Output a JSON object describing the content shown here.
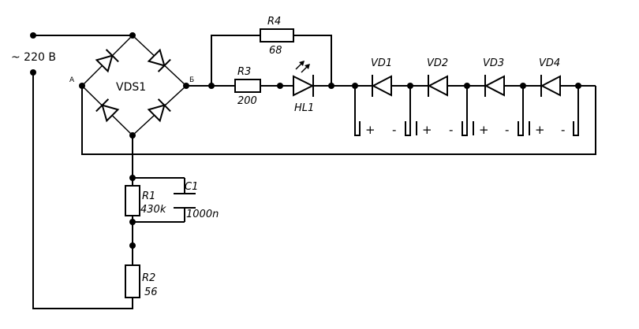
{
  "labels": {
    "mains": "~ 220 В",
    "bridge": "VDS1",
    "node_a": "А",
    "node_b": "Б",
    "r4_name": "R4",
    "r4_value": "68",
    "r3_name": "R3",
    "r3_value": "200",
    "led_name": "HL1",
    "vd1": "VD1",
    "vd2": "VD2",
    "vd3": "VD3",
    "vd4": "VD4",
    "r1_name": "R1",
    "r1_value": "430k",
    "c1_name": "C1",
    "c1_value": "1000n",
    "r2_name": "R2",
    "r2_value": "56",
    "plus": "+",
    "minus": "-"
  }
}
